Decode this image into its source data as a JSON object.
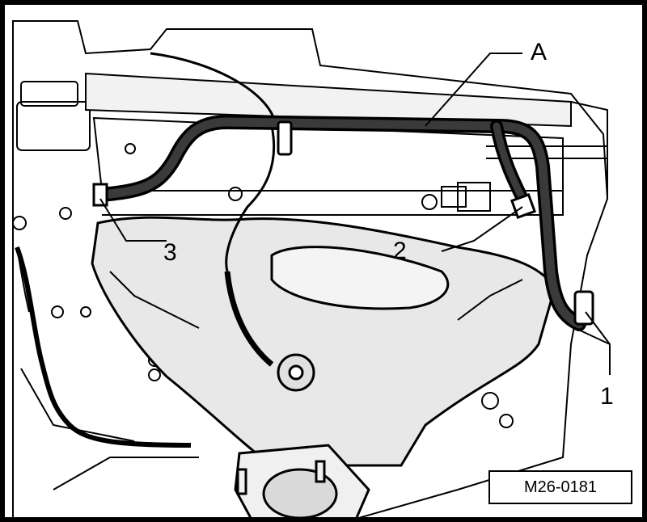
{
  "figure": {
    "reference": "M26-0181"
  },
  "callouts": [
    {
      "id": "A",
      "label": "A"
    },
    {
      "id": "1",
      "label": "1"
    },
    {
      "id": "2",
      "label": "2"
    },
    {
      "id": "3",
      "label": "3"
    }
  ],
  "colors": {
    "ink": "#000000",
    "hose": "#3a3a3a",
    "paper": "#ffffff",
    "shade": "#d9d9d9"
  }
}
